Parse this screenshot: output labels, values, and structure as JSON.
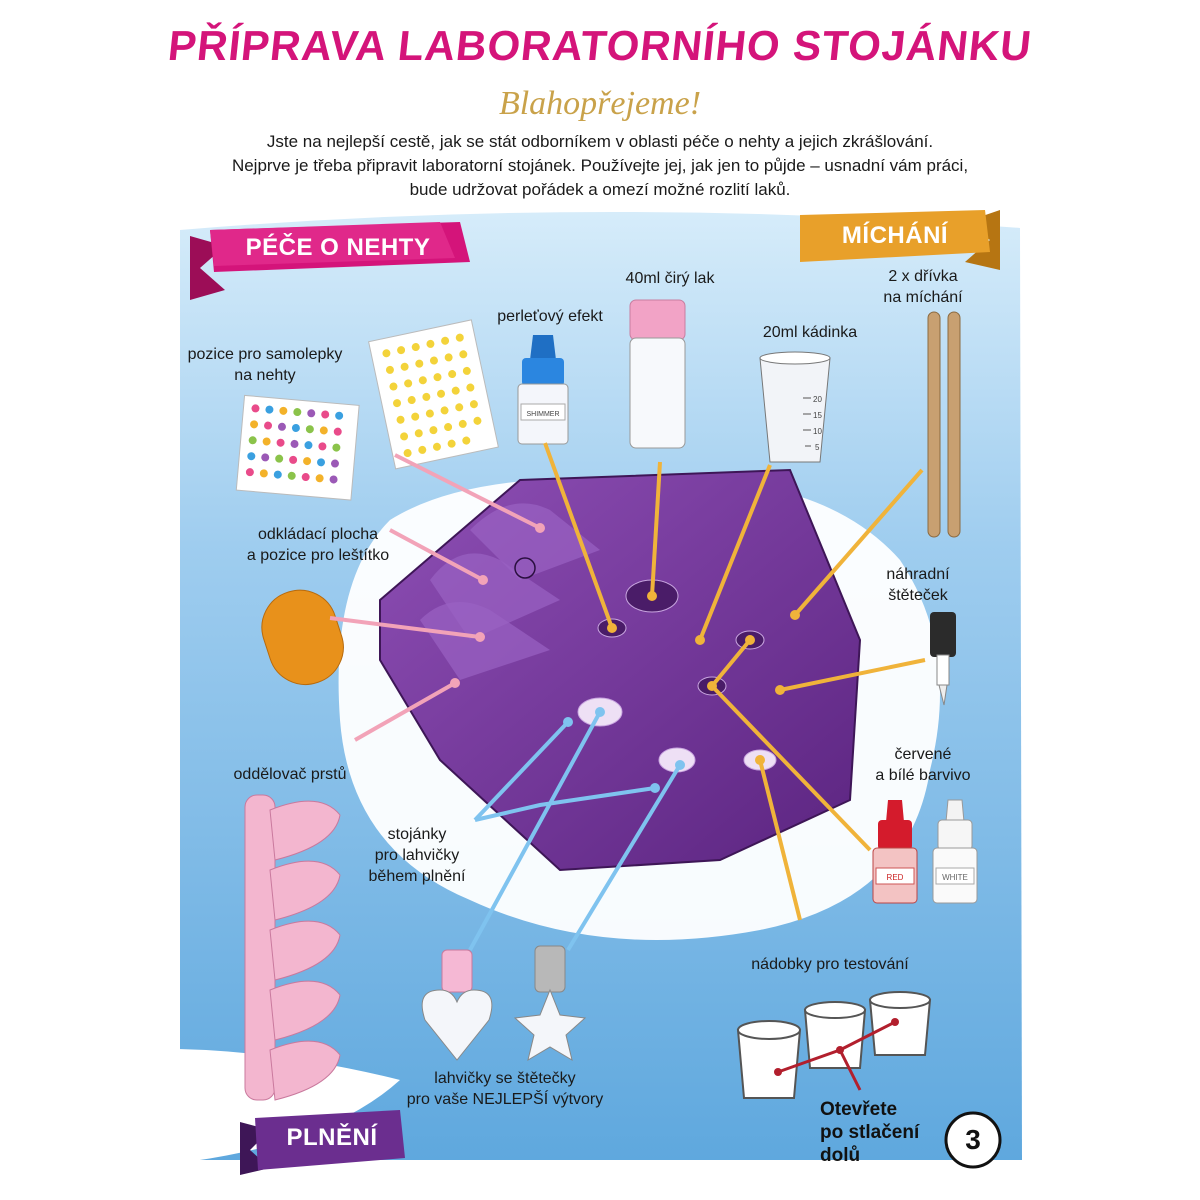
{
  "page": {
    "title": "PŘÍPRAVA LABORATORNÍHO STOJÁNKU",
    "subtitle": "Blahopřejeme!",
    "intro": [
      "Jste na nejlepší cestě, jak se stát odborníkem v oblasti péče o nehty a jejich zkrášlování.",
      "Nejprve je třeba připravit laboratorní stojánek. Používejte jej, jak jen to půjde – usnadní vám práci,",
      "bude udržovat pořádek a omezí možné rozlití laků."
    ],
    "page_number": "3"
  },
  "sections": {
    "nail_care": "PÉČE O NEHTY",
    "mixing": "MÍCHÁNÍ",
    "filling": "PLNĚNÍ"
  },
  "labels": {
    "stickers": [
      "pozice pro samolepky",
      "na nehty"
    ],
    "pearl": "perleťový efekt",
    "clear_lacquer": "40ml čirý lak",
    "beaker": "20ml kádinka",
    "sticks": [
      "2 x dřívka",
      "na míchání"
    ],
    "storage": [
      "odkládací plocha",
      "a pozice pro leštítko"
    ],
    "brush": [
      "náhradní",
      "štěteček"
    ],
    "dye": [
      "červené",
      "a bílé barvivo"
    ],
    "separator": "oddělovač prstů",
    "stands": [
      "stojánky",
      "pro lahvičky",
      "během plnění"
    ],
    "test_cups": "nádobky pro testování",
    "bottles": [
      "lahvičky se štětečky",
      "pro vaše NEJLEPŠÍ výtvory"
    ],
    "open": [
      "Otevřete",
      "po stlačení",
      "dolů"
    ]
  },
  "product_text": {
    "shimmer": "SHIMMER",
    "red": "RED",
    "white": "WHITE",
    "beaker_marks": [
      "20",
      "15",
      "10",
      "5"
    ]
  },
  "colors": {
    "pink": "#d4147a",
    "orange": "#e8a02a",
    "purple": "#6b2e8f",
    "gold": "#c9a24a",
    "sky": "#8ec5ea",
    "line_pink": "#f2a3b8",
    "line_orange": "#f0b33a",
    "line_blue": "#7fc3ef"
  },
  "icons": {
    "tray": "purple-lab-stand",
    "bottle_pearl": "blue-cap-bottle",
    "bottle_clear": "pink-cap-jar",
    "beaker": "measuring-beaker",
    "sticks": "wooden-sticks",
    "brush": "spare-brush",
    "dye_red": "red-dye-bottle",
    "dye_white": "white-dye-bottle",
    "polisher": "orange-buffer",
    "separator": "toe-separator",
    "heart_bottle": "heart-bottle",
    "star_bottle": "star-bottle",
    "cups": "test-cups"
  }
}
